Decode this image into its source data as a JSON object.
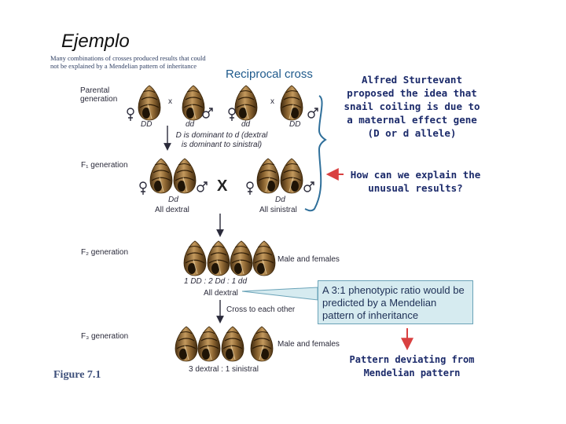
{
  "slide": {
    "title": "Ejemplo"
  },
  "figure": {
    "intro": "Many combinations of crosses produced results that could not be explained by a Mendelian pattern of inheritance",
    "reciprocal_label": "Reciprocal cross",
    "generations": {
      "parental": "Parental generation",
      "f1": "F₁ generation",
      "f2": "F₂ generation",
      "f3": "F₃ generation"
    },
    "cross_symbol_small": "x",
    "cross_symbol_big": "X",
    "genotypes": {
      "DD": "DD",
      "dd": "dd",
      "Dd": "Dd"
    },
    "dominance_note": "D is dominant to d (dextral is dominant to sinistral)",
    "f1_left_result": "All dextral",
    "f1_right_result": "All sinistral",
    "f2_ratio": "1 DD : 2 Dd : 1 dd",
    "f2_result": "All dextral",
    "cross_each_other": "Cross to each other",
    "male_females_f2": "Male and females",
    "male_females_f3": "Male and females",
    "f3_result": "3 dextral : 1 sinistral",
    "sturtevant_note": "Alfred Sturtevant proposed the idea that snail coiling is due to a maternal effect gene (D or d allele)",
    "question": "How can we explain the unusual results?",
    "ratio_box": "A 3:1 phenotypic ratio would be predicted by a Mendelian pattern of inheritance",
    "deviation_note": "Pattern deviating from Mendelian pattern",
    "caption": "Figure 7.1"
  },
  "colors": {
    "note_navy": "#1b2a6a",
    "reciprocal_blue": "#1f5a8c",
    "brace_blue": "#2f6f9a",
    "arrow_red": "#d94040",
    "box_fill": "#d6ebf0",
    "shell_dark": "#6b4a22",
    "shell_light": "#c9a46a"
  }
}
